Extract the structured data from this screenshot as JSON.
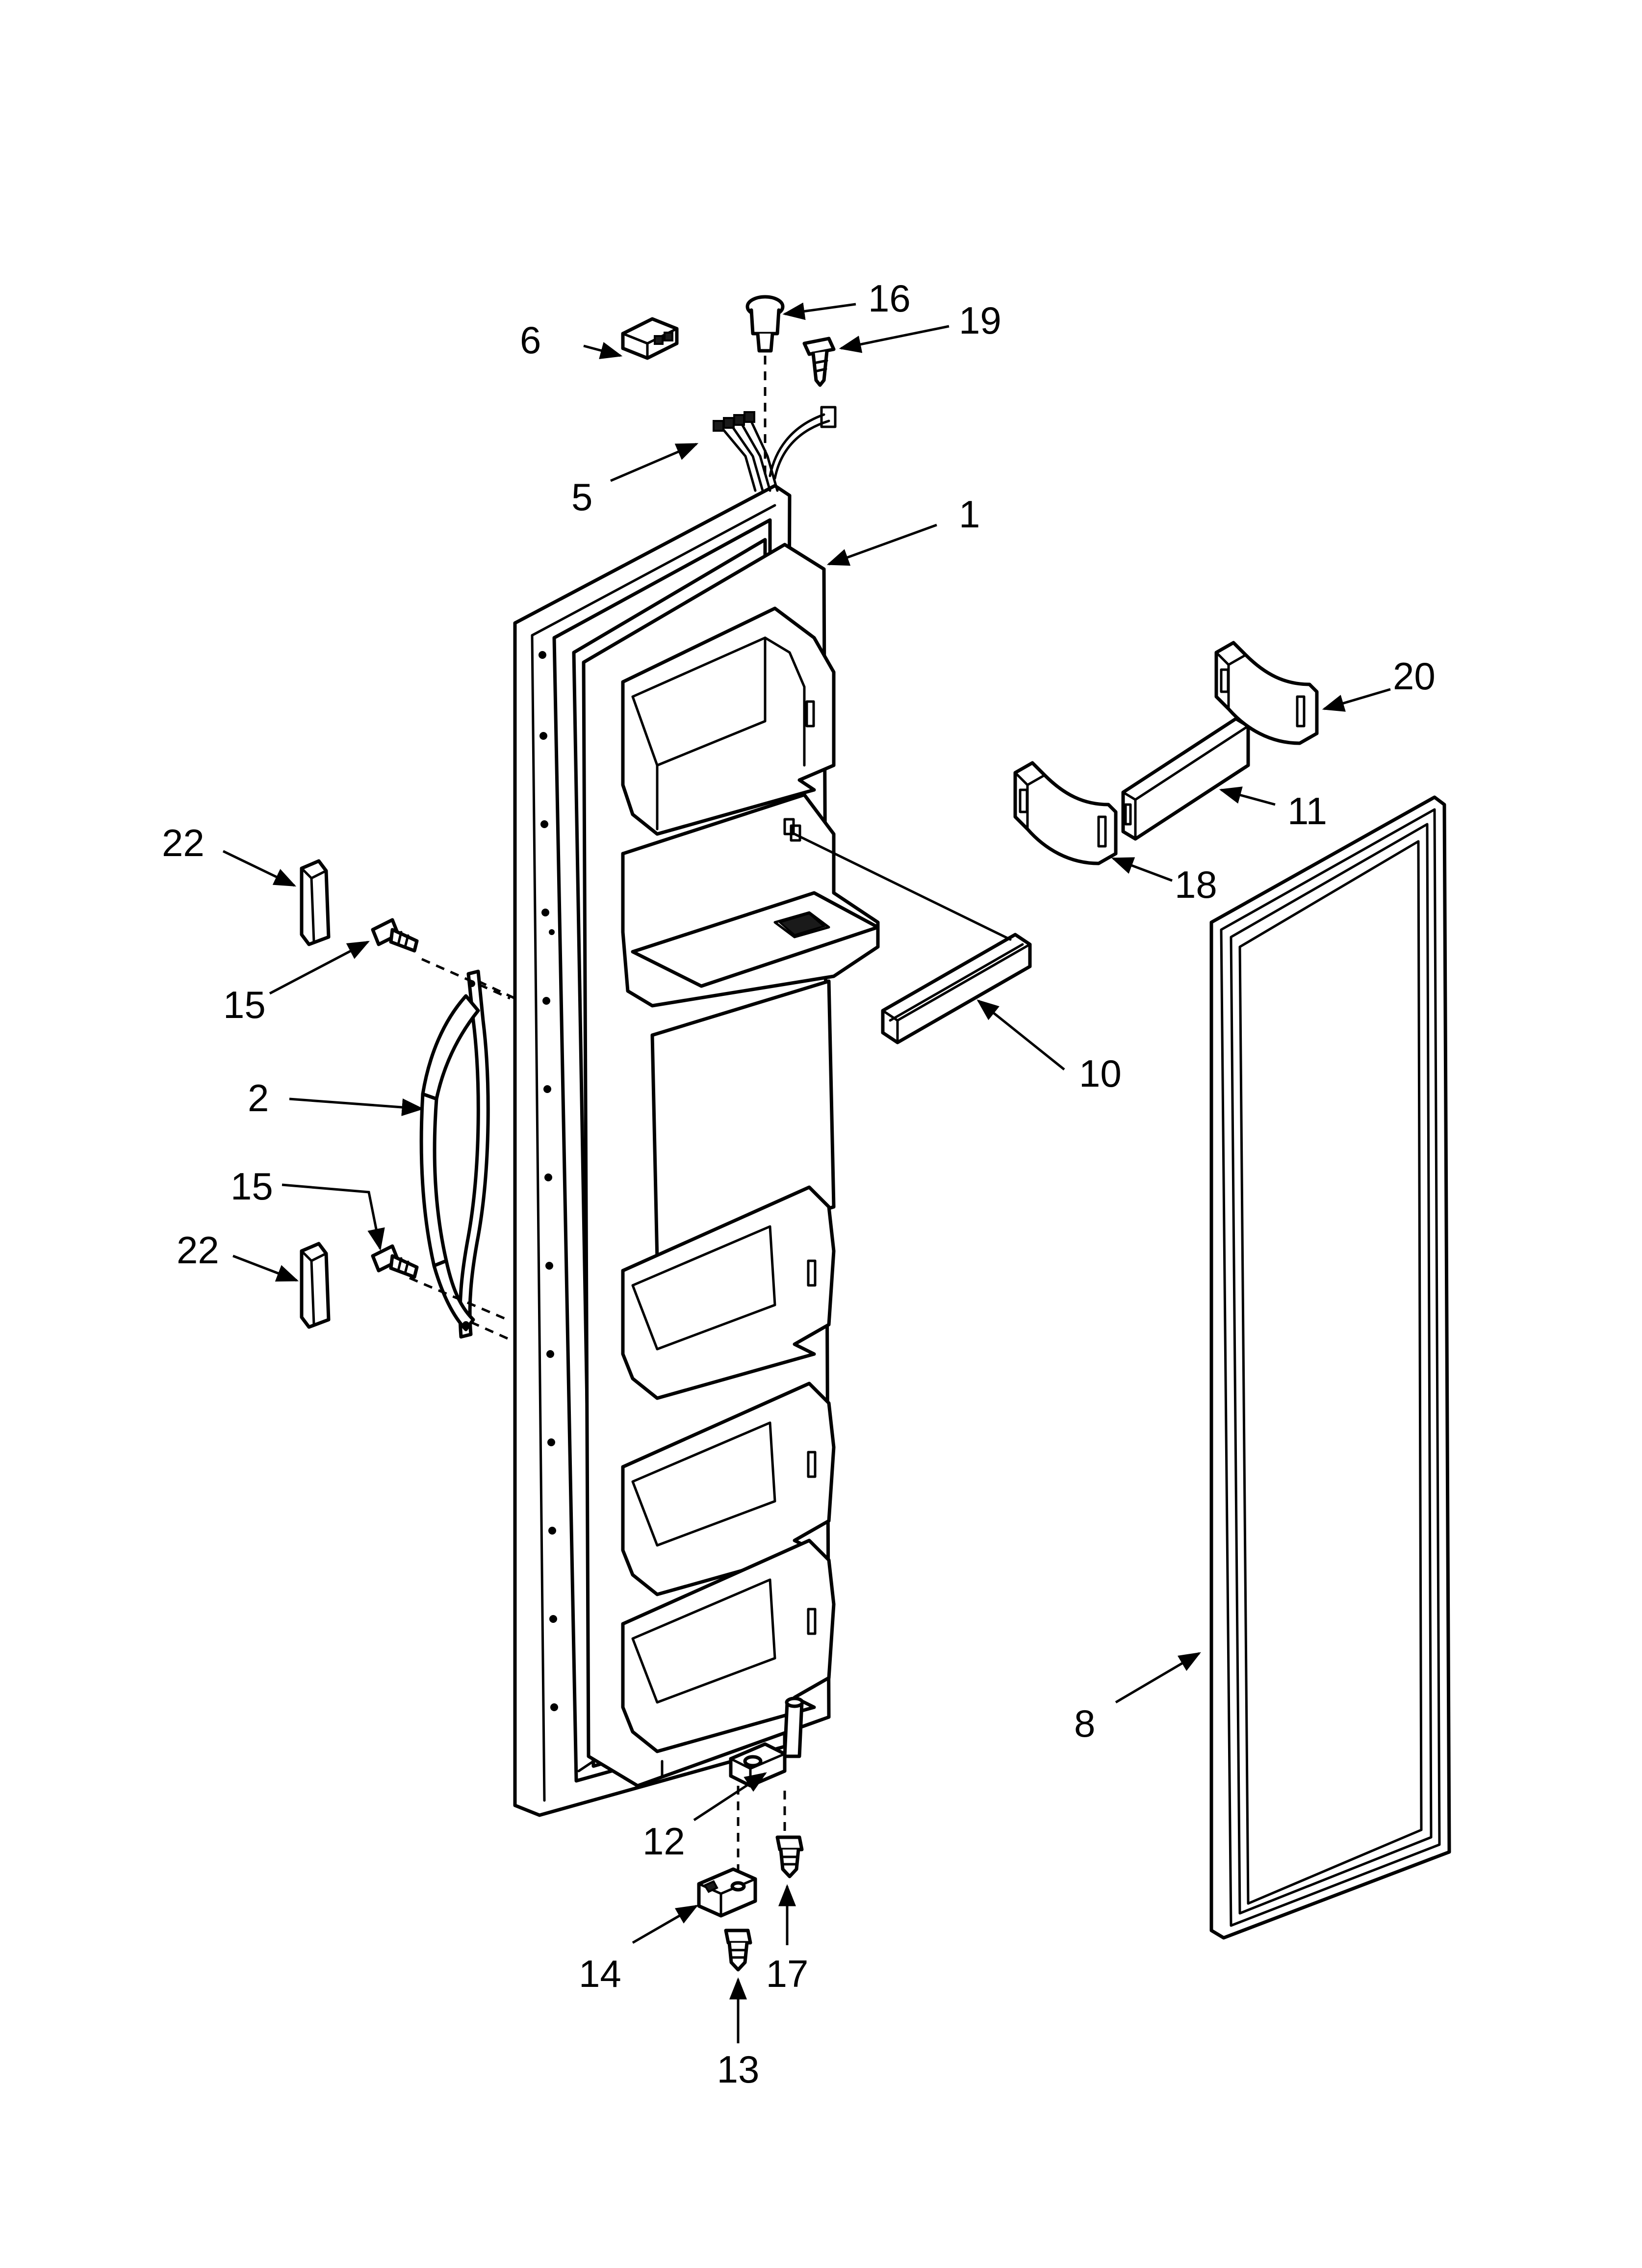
{
  "diagram": {
    "callouts": {
      "c1": "1",
      "c2": "2",
      "c5": "5",
      "c6": "6",
      "c8": "8",
      "c10": "10",
      "c11": "11",
      "c12": "12",
      "c13": "13",
      "c14": "14",
      "c15a": "15",
      "c15b": "15",
      "c16": "16",
      "c17": "17",
      "c18": "18",
      "c19": "19",
      "c20": "20",
      "c22a": "22",
      "c22b": "22"
    },
    "colors": {
      "ink": "#000000",
      "paper": "#ffffff"
    }
  }
}
